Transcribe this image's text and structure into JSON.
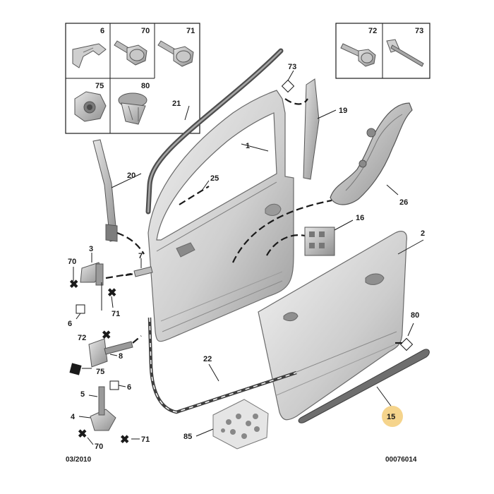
{
  "labels": {
    "l1": "1",
    "l2": "2",
    "l3": "3",
    "l4": "4",
    "l5": "5",
    "l6a": "6",
    "l6b": "6",
    "l6c": "6",
    "l7": "7",
    "l8": "8",
    "l15": "15",
    "l16": "16",
    "l19": "19",
    "l20": "20",
    "l21": "21",
    "l22": "22",
    "l25": "25",
    "l26": "26",
    "l70a": "70",
    "l70b": "70",
    "l70c": "70",
    "l71a": "71",
    "l71b": "71",
    "l71c": "71",
    "l72a": "72",
    "l72b": "72",
    "l73a": "73",
    "l73b": "73",
    "l75a": "75",
    "l75b": "75",
    "l80a": "80",
    "l80b": "80",
    "l85": "85"
  },
  "footer": {
    "date": "03/2010",
    "reference": "00076014"
  },
  "colors": {
    "panel_light": "#e8e8e8",
    "panel_mid": "#bdbdbd",
    "panel_dark": "#8a8a8a",
    "seal": "#5a5a5a",
    "highlight": "#f5d48c",
    "part_grey": "#b4b4b4"
  }
}
